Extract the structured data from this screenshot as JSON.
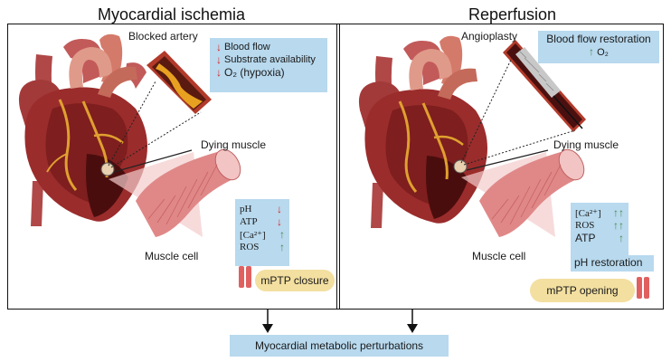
{
  "titles": {
    "left": "Myocardial ischemia",
    "right": "Reperfusion"
  },
  "left": {
    "artery_label": "Blocked artery",
    "muscle_label": "Dying muscle",
    "cell_label": "Muscle cell",
    "effects": [
      {
        "text": "Blood flow",
        "dir": "down"
      },
      {
        "text": "Substrate availability",
        "dir": "down"
      },
      {
        "text": "O₂  (hypoxia)",
        "dir": "down"
      }
    ],
    "markers": [
      {
        "text": "pH",
        "arrow": "↓",
        "color": "red"
      },
      {
        "text": "ATP",
        "arrow": "↓",
        "color": "red"
      },
      {
        "text": "[Ca²⁺]",
        "arrow": "↑",
        "color": "green"
      },
      {
        "text": "ROS",
        "arrow": "↑",
        "color": "green"
      }
    ],
    "mptp": "mPTP closure"
  },
  "right": {
    "procedure_label": "Angioplasty",
    "restoration_title": "Blood flow restoration",
    "restoration_o2": "O₂",
    "muscle_label": "Dying muscle",
    "cell_label": "Muscle cell",
    "markers": [
      {
        "text": "[Ca²⁺]",
        "arrow": "↑↑"
      },
      {
        "text": "ROS",
        "arrow": "↑↑"
      },
      {
        "text": "ATP",
        "arrow": "↑"
      }
    ],
    "ph_restoration": "pH restoration",
    "mptp": "mPTP opening"
  },
  "bottom": {
    "outcome": "Myocardial metabolic perturbations"
  },
  "colors": {
    "border": "#111111",
    "box_blue": "#b8d9ee",
    "pill_yellow": "#f3dfa0",
    "arrow_red": "#e02020",
    "arrow_green": "#4a8a4a",
    "heart": "#9b2c2c",
    "muscle": "#e29090"
  }
}
